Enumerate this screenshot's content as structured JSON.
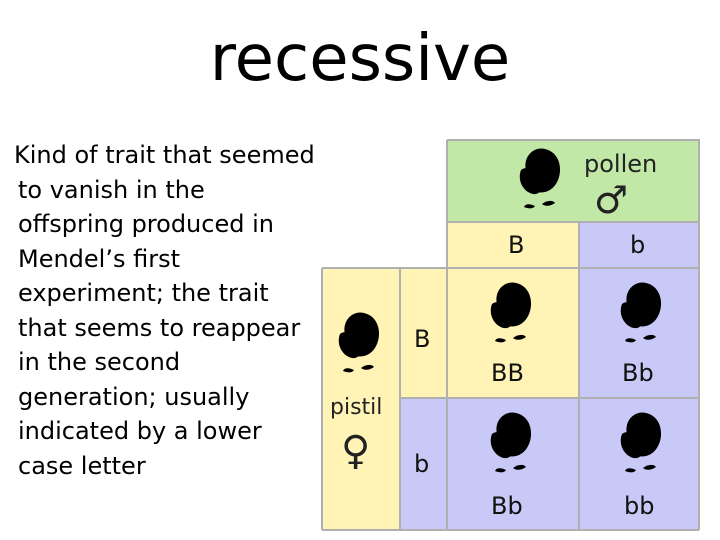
{
  "title": "recessive",
  "definition_lines": [
    "Kind of trait that seemed",
    "to vanish in the",
    "offspring produced in",
    "Mendel’s first",
    "experiment; the trait",
    "that seems to reappear",
    "in the second",
    "generation; usually",
    "indicated by a lower",
    "case letter"
  ],
  "punnett": {
    "pollen_label": "pollen",
    "male_symbol": "♂",
    "pistil_label": "pistil",
    "female_symbol": "♀",
    "pollen_alleles": [
      "B",
      "b"
    ],
    "pistil_alleles": [
      "B",
      "b"
    ],
    "offspring": [
      [
        "BB",
        "Bb"
      ],
      [
        "Bb",
        "bb"
      ]
    ],
    "colors": {
      "pollen_zone": "#c2e8a8",
      "pistil_zone": "#fff4b6",
      "dominant_cell": "#fff4b6",
      "recessive_cell": "#c9c9f8",
      "border": "#b0b0b0",
      "purple_flower": "#a55dd8",
      "white_flower": "#f6f6ea",
      "stem": "#2e9b2e"
    },
    "flower_icons": [
      "purple-flower-icon",
      "white-flower-icon"
    ]
  }
}
